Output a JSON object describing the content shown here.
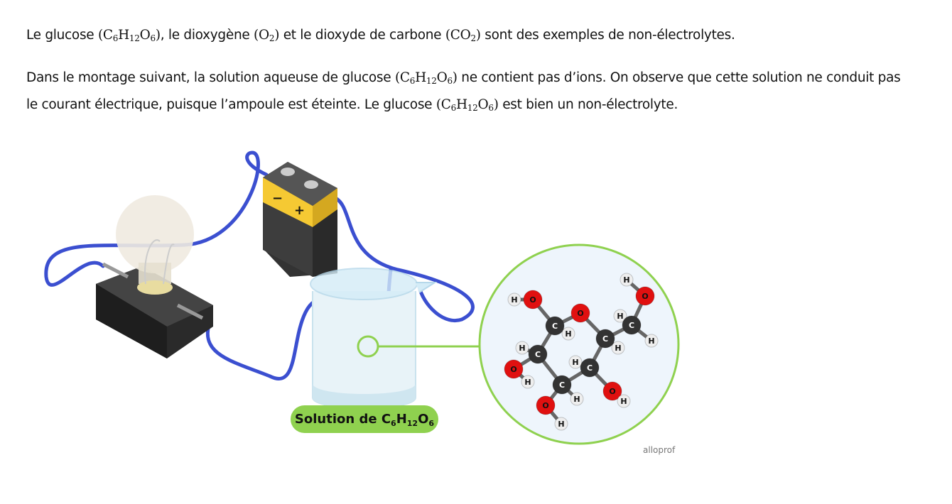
{
  "paragraphs": [
    [
      {
        "t": "Le glucose "
      },
      {
        "f": [
          [
            "(C",
            "6"
          ],
          [
            "H",
            "12"
          ],
          [
            "O",
            "6"
          ],
          [
            ")",
            ""
          ]
        ]
      },
      {
        "t": ", le dioxygène "
      },
      {
        "f": [
          [
            "(O",
            "2"
          ],
          [
            ")",
            ""
          ]
        ]
      },
      {
        "t": " et le dioxyde de carbone "
      },
      {
        "f": [
          [
            "(CO",
            "2"
          ],
          [
            ")",
            ""
          ]
        ]
      },
      {
        "t": " sont des exemples de non-électrolytes."
      }
    ],
    [
      {
        "t": "Dans le montage suivant, la solution aqueuse de glucose "
      },
      {
        "f": [
          [
            "(C",
            "6"
          ],
          [
            "H",
            "12"
          ],
          [
            "O",
            "6"
          ],
          [
            ")",
            ""
          ]
        ]
      },
      {
        "t": " ne contient pas d’ions. On observe que cette solution ne conduit pas le courant électrique, puisque l’ampoule est éteinte. Le glucose "
      },
      {
        "f": [
          [
            "(C",
            "6"
          ],
          [
            "H",
            "12"
          ],
          [
            "O",
            "6"
          ],
          [
            ")",
            ""
          ]
        ]
      },
      {
        "t": " est bien un non-électrolyte."
      }
    ]
  ],
  "illustration": {
    "battery_minus": "−",
    "battery_plus": "+",
    "solution_label": {
      "text": "Solution de ",
      "formula": [
        [
          "C",
          "6"
        ],
        [
          "H",
          "12"
        ],
        [
          "O",
          "6"
        ]
      ]
    },
    "atoms": [
      "H",
      "O",
      "O",
      "H",
      "O",
      "C",
      "H",
      "H",
      "C",
      "C",
      "H",
      "H",
      "H",
      "C",
      "H",
      "C",
      "O",
      "H",
      "C",
      "O",
      "H",
      "H",
      "O",
      "H"
    ],
    "watermark": "alloprof",
    "colors": {
      "wire": "#3b4fd0",
      "label_bg": "#8fd14f",
      "circle_border": "#8fd14f",
      "oxygen": "#e01010",
      "carbon": "#333333",
      "hydrogen": "#eeeeee"
    }
  }
}
